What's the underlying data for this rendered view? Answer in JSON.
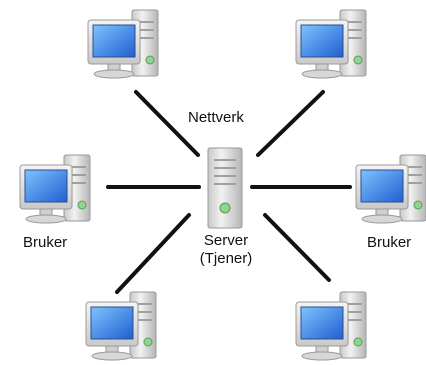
{
  "diagram": {
    "network_label": "Nettverk",
    "server": {
      "line1": "Server",
      "line2": "(Tjener)",
      "icon": "server-tower-icon"
    },
    "left_client_label": "Bruker",
    "right_client_label": "Bruker",
    "client_icon": "desktop-computer-icon",
    "colors": {
      "link": "#111111",
      "screen": "#1f6fd6",
      "screen_light": "#7fc3ff",
      "case": "#dedede",
      "case_dark": "#a9a9a9"
    }
  }
}
